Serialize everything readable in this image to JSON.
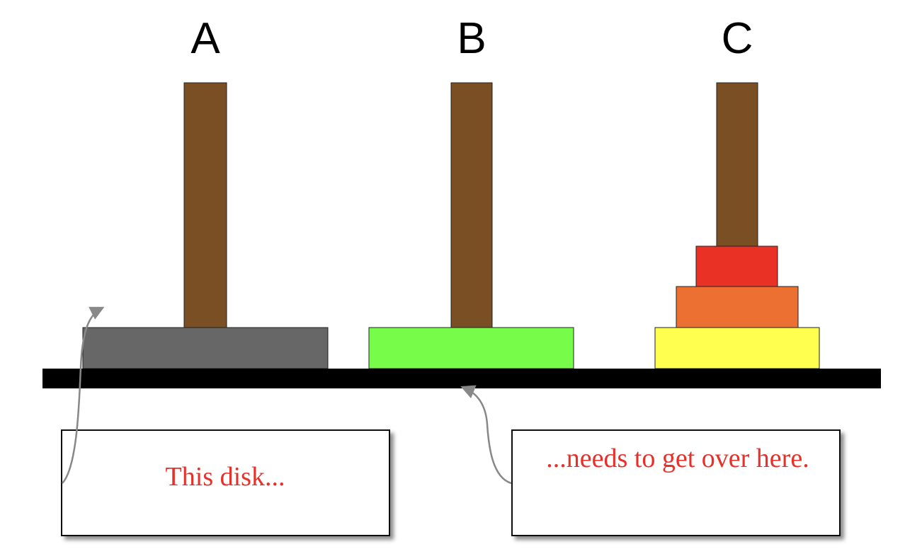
{
  "pegs": [
    {
      "label": "A"
    },
    {
      "label": "B"
    },
    {
      "label": "C"
    }
  ],
  "colors": {
    "peg": "#7a4f24",
    "base": "#000000",
    "disk_gray": "#676767",
    "disk_green": "#78fc4a",
    "disk_yellow": "#ffff4f",
    "disk_orange": "#ec7032",
    "disk_red": "#e93225",
    "note_text": "#e8302a",
    "arrow": "#888888"
  },
  "callouts": {
    "left": "This disk...",
    "right": "...needs to get over here."
  }
}
